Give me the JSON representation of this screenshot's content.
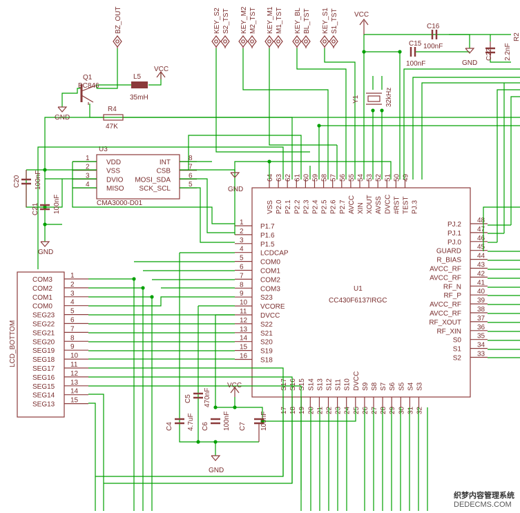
{
  "u1": {
    "ref": "U1",
    "value": "CC430F6137IRGC",
    "left_pins": [
      {
        "num": "1",
        "name": "P1.7"
      },
      {
        "num": "2",
        "name": "P1.6"
      },
      {
        "num": "3",
        "name": "P1.5"
      },
      {
        "num": "4",
        "name": "LCDCAP"
      },
      {
        "num": "5",
        "name": "COM0"
      },
      {
        "num": "6",
        "name": "COM1"
      },
      {
        "num": "7",
        "name": "COM2"
      },
      {
        "num": "8",
        "name": "COM3"
      },
      {
        "num": "9",
        "name": "S23"
      },
      {
        "num": "10",
        "name": "VCORE"
      },
      {
        "num": "11",
        "name": "DVCC"
      },
      {
        "num": "12",
        "name": "S22"
      },
      {
        "num": "13",
        "name": "S21"
      },
      {
        "num": "14",
        "name": "S20"
      },
      {
        "num": "15",
        "name": "S19"
      },
      {
        "num": "16",
        "name": "S18"
      }
    ],
    "right_pins": [
      {
        "num": "48",
        "name": "PJ.2"
      },
      {
        "num": "47",
        "name": "PJ.1"
      },
      {
        "num": "46",
        "name": "PJ.0"
      },
      {
        "num": "45",
        "name": "GUARD"
      },
      {
        "num": "44",
        "name": "R_BIAS"
      },
      {
        "num": "43",
        "name": "AVCC_RF"
      },
      {
        "num": "42",
        "name": "AVCC_RF"
      },
      {
        "num": "41",
        "name": "RF_N"
      },
      {
        "num": "40",
        "name": "RF_P"
      },
      {
        "num": "39",
        "name": "AVCC_RF"
      },
      {
        "num": "38",
        "name": "AVCC_RF"
      },
      {
        "num": "37",
        "name": "RF_XOUT"
      },
      {
        "num": "36",
        "name": "RF_XIN"
      },
      {
        "num": "35",
        "name": "S0"
      },
      {
        "num": "34",
        "name": "S1"
      },
      {
        "num": "33",
        "name": "S2"
      }
    ],
    "top_pins": [
      {
        "num": "64",
        "name": "VSS"
      },
      {
        "num": "63",
        "name": "P2.0"
      },
      {
        "num": "62",
        "name": "P2.1"
      },
      {
        "num": "61",
        "name": "P2.2"
      },
      {
        "num": "60",
        "name": "P2.3"
      },
      {
        "num": "59",
        "name": "P2.4"
      },
      {
        "num": "58",
        "name": "P2.5"
      },
      {
        "num": "57",
        "name": "P2.6"
      },
      {
        "num": "56",
        "name": "P2.7"
      },
      {
        "num": "55",
        "name": "AVCC"
      },
      {
        "num": "54",
        "name": "XIN"
      },
      {
        "num": "53",
        "name": "XOUT"
      },
      {
        "num": "52",
        "name": "AVSS"
      },
      {
        "num": "51",
        "name": "DVCC"
      },
      {
        "num": "50",
        "name": "#RST"
      },
      {
        "num": "49",
        "name": "TEST"
      },
      {
        "num": "",
        "name": "PJ.3"
      }
    ],
    "bottom_pins": [
      {
        "num": "17",
        "name": "S17"
      },
      {
        "num": "18",
        "name": "S16"
      },
      {
        "num": "19",
        "name": "S15"
      },
      {
        "num": "20",
        "name": "S14"
      },
      {
        "num": "21",
        "name": "S13"
      },
      {
        "num": "22",
        "name": "S12"
      },
      {
        "num": "23",
        "name": "S11"
      },
      {
        "num": "24",
        "name": "S10"
      },
      {
        "num": "25",
        "name": "DVCC"
      },
      {
        "num": "26",
        "name": "S9"
      },
      {
        "num": "27",
        "name": "S8"
      },
      {
        "num": "28",
        "name": "S7"
      },
      {
        "num": "29",
        "name": "S6"
      },
      {
        "num": "30",
        "name": "S5"
      },
      {
        "num": "31",
        "name": "S4"
      },
      {
        "num": "32",
        "name": "S3"
      }
    ]
  },
  "u3": {
    "ref": "U3",
    "value": "CMA3000-D01",
    "left_pins": [
      {
        "num": "1",
        "name": "VDD"
      },
      {
        "num": "2",
        "name": "VSS"
      },
      {
        "num": "3",
        "name": "DVIO"
      },
      {
        "num": "4",
        "name": "MISO"
      }
    ],
    "right_pins": [
      {
        "num": "8",
        "name": "INT"
      },
      {
        "num": "7",
        "name": "CSB"
      },
      {
        "num": "6",
        "name": "MOSI_SDA"
      },
      {
        "num": "5",
        "name": "SCK_SCL"
      }
    ]
  },
  "lcd": {
    "name": "LCD_BOTTOM",
    "pins": [
      {
        "num": "1",
        "name": "COM3"
      },
      {
        "num": "2",
        "name": "COM2"
      },
      {
        "num": "3",
        "name": "COM1"
      },
      {
        "num": "4",
        "name": "COM0"
      },
      {
        "num": "5",
        "name": "SEG23"
      },
      {
        "num": "6",
        "name": "SEG22"
      },
      {
        "num": "7",
        "name": "SEG21"
      },
      {
        "num": "8",
        "name": "SEG20"
      },
      {
        "num": "9",
        "name": "SEG19"
      },
      {
        "num": "10",
        "name": "SEG18"
      },
      {
        "num": "11",
        "name": "SEG17"
      },
      {
        "num": "12",
        "name": "SEG16"
      },
      {
        "num": "13",
        "name": "SEG15"
      },
      {
        "num": "14",
        "name": "SEG14"
      },
      {
        "num": "15",
        "name": "SEG13"
      }
    ]
  },
  "testpoints": [
    {
      "label": "BZ_OUT"
    },
    {
      "label": "KEY_S2"
    },
    {
      "label": "S2_TST"
    },
    {
      "label": "KEY_M2"
    },
    {
      "label": "M2_TST"
    },
    {
      "label": "KEY_M1"
    },
    {
      "label": "M1_TST"
    },
    {
      "label": "KEY_BL"
    },
    {
      "label": "BL_TST"
    },
    {
      "label": "KEY_S1"
    },
    {
      "label": "S1_TST"
    }
  ],
  "parts": {
    "q1_ref": "Q1",
    "q1_val": "BC846",
    "l5_ref": "L5",
    "l5_val": "35mH",
    "r4_ref": "R4",
    "r4_val": "47K",
    "y1_ref": "Y1",
    "y1_val": "32kHz",
    "c16_ref": "C16",
    "c16_val": "100nF",
    "c15_ref": "C15",
    "c15_val": "100nF",
    "c22_ref": "C22",
    "c22_val": "2.2nF",
    "r2_ref": "R2",
    "c20_ref": "C20",
    "c20_val": "100nF",
    "c21_ref": "C21",
    "c21_val": "100nF",
    "c4_ref": "C4",
    "c4_val": "4.7uF",
    "c5_ref": "C5",
    "c5_val": "470nF",
    "c6_ref": "C6",
    "c6_val": "100nF",
    "c7_ref": "C7",
    "c7_val": "100nF"
  },
  "power": {
    "vcc": "VCC",
    "gnd": "GND"
  },
  "watermark": {
    "line1": "织梦内容管理系统",
    "line2": "DEDECMS.COM"
  }
}
